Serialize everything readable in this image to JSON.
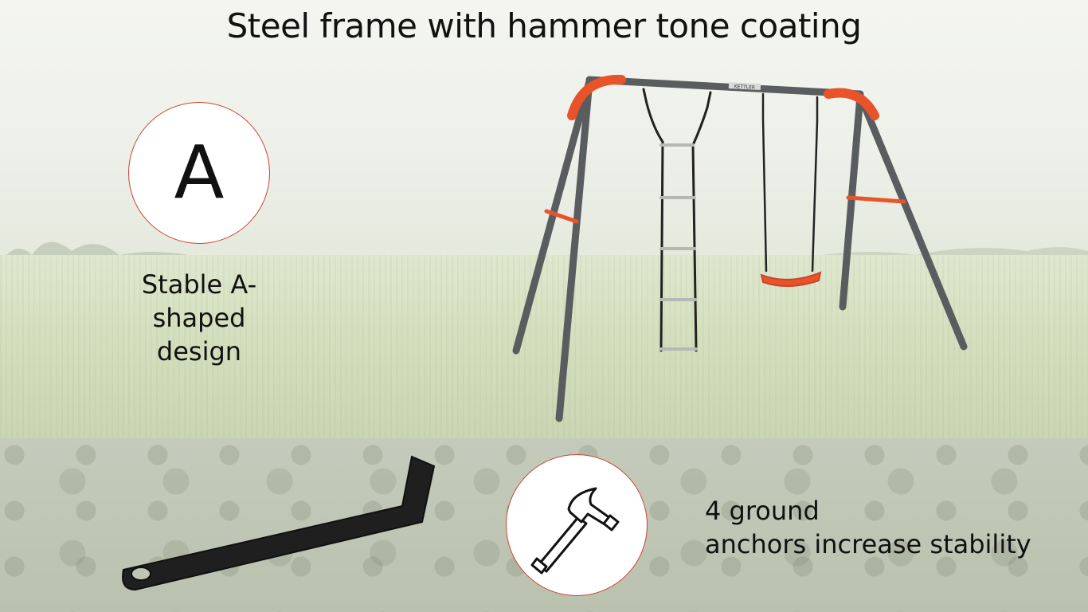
{
  "title": "Steel frame with hammer tone coating",
  "feature_a": {
    "letter": "A",
    "label_lines": [
      "Stable A-",
      "shaped",
      "design"
    ]
  },
  "feature_anchors": {
    "label_lines": [
      "4 ground",
      "anchors increase stability"
    ]
  },
  "product_brand": "KETTLER",
  "colors": {
    "accent_orange": "#e8532a",
    "frame_grey": "#5a5d60",
    "circle_border": "#c9452c"
  }
}
